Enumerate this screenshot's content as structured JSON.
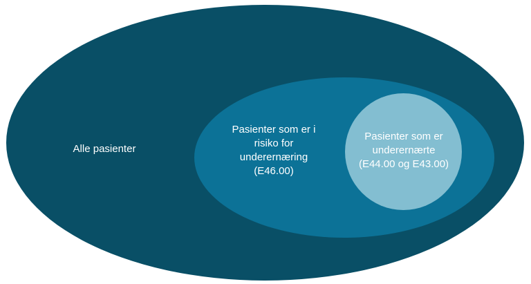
{
  "colors": {
    "outer_fill": "#094f66",
    "middle_fill": "#0c7297",
    "inner_fill": "#83bed1",
    "text": "#ffffff"
  },
  "regions": {
    "outer": {
      "label": "Alle pasienter"
    },
    "middle": {
      "lines": [
        "Pasienter som er i",
        "risiko for",
        "underernæring",
        "(E46.00)"
      ]
    },
    "inner": {
      "lines": [
        "Pasienter som er",
        "underernærte",
        "(E44.00 og E43.00)"
      ]
    }
  }
}
